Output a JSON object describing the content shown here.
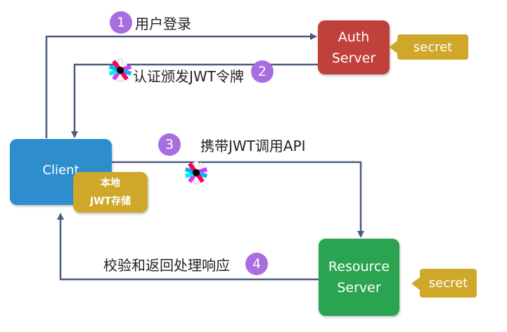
{
  "nodes": {
    "auth_server": {
      "line1": "Auth",
      "line2": "Server",
      "color": "#c0413b"
    },
    "resource_server": {
      "line1": "Resource",
      "line2": "Server",
      "color": "#2aa451"
    },
    "client": {
      "label": "Client",
      "color": "#2e8dcd"
    },
    "local_storage": {
      "line1": "本地",
      "line2": "JWT存储",
      "color": "#cfa72a"
    }
  },
  "callouts": {
    "auth_secret": "secret",
    "resource_secret": "secret"
  },
  "steps": [
    {
      "number": "1",
      "label": "用户登录"
    },
    {
      "number": "2",
      "label": "认证颁发JWT令牌"
    },
    {
      "number": "3",
      "label": "携带JWT调用API"
    },
    {
      "number": "4",
      "label": "校验和返回处理响应"
    }
  ],
  "colors": {
    "arrow": "#4a5a80",
    "badge": "#a86ddf",
    "secret": "#cfa72a"
  },
  "icons": {
    "token": "jwt-logo-icon"
  }
}
